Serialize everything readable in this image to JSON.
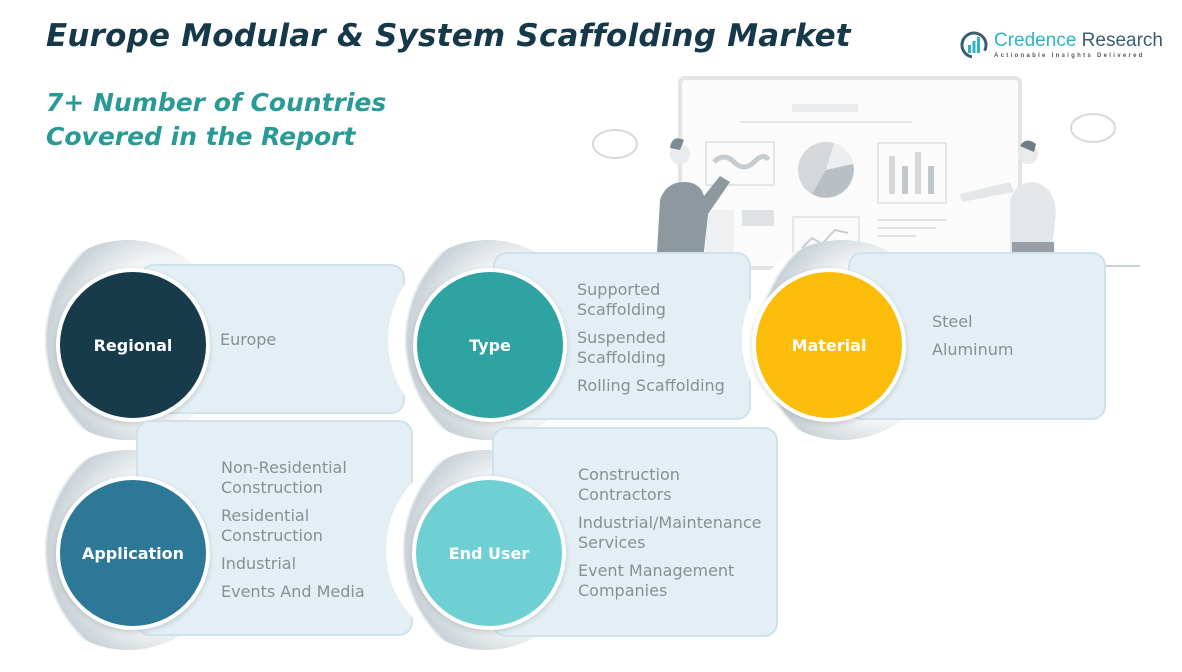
{
  "header": {
    "title": "Europe Modular & System Scaffolding Market",
    "subtitle_line1": "7+ Number of Countries",
    "subtitle_line2": "Covered in the Report"
  },
  "logo": {
    "name_part1": "Credence",
    "name_part2": " Research",
    "tagline": "Actionable Insights Delivered",
    "icon": "bar-chart-logo-icon"
  },
  "illustration": {
    "icon": "presentation-dashboard-illustration"
  },
  "colors": {
    "title": "#16394a",
    "subtitle": "#2a9a97",
    "regional": "#173b4b",
    "type": "#2ea3a1",
    "material": "#fbbd0a",
    "application": "#2e7897",
    "end_user": "#6fd0d4",
    "panel_bg": "#e3eff5",
    "item_text": "#8a8f93"
  },
  "segments": [
    {
      "label": "Regional",
      "items": [
        "Europe"
      ]
    },
    {
      "label": "Type",
      "items": [
        "Supported Scaffolding",
        "Suspended Scaffolding",
        "Rolling Scaffolding"
      ]
    },
    {
      "label": "Material",
      "items": [
        "Steel",
        "Aluminum"
      ]
    },
    {
      "label": "Application",
      "items": [
        "Non-Residential Construction",
        "Residential Construction",
        "Industrial",
        "Events And Media"
      ]
    },
    {
      "label": "End User",
      "items": [
        "Construction Contractors",
        "Industrial/Maintenance Services",
        "Event Management Companies"
      ]
    }
  ]
}
